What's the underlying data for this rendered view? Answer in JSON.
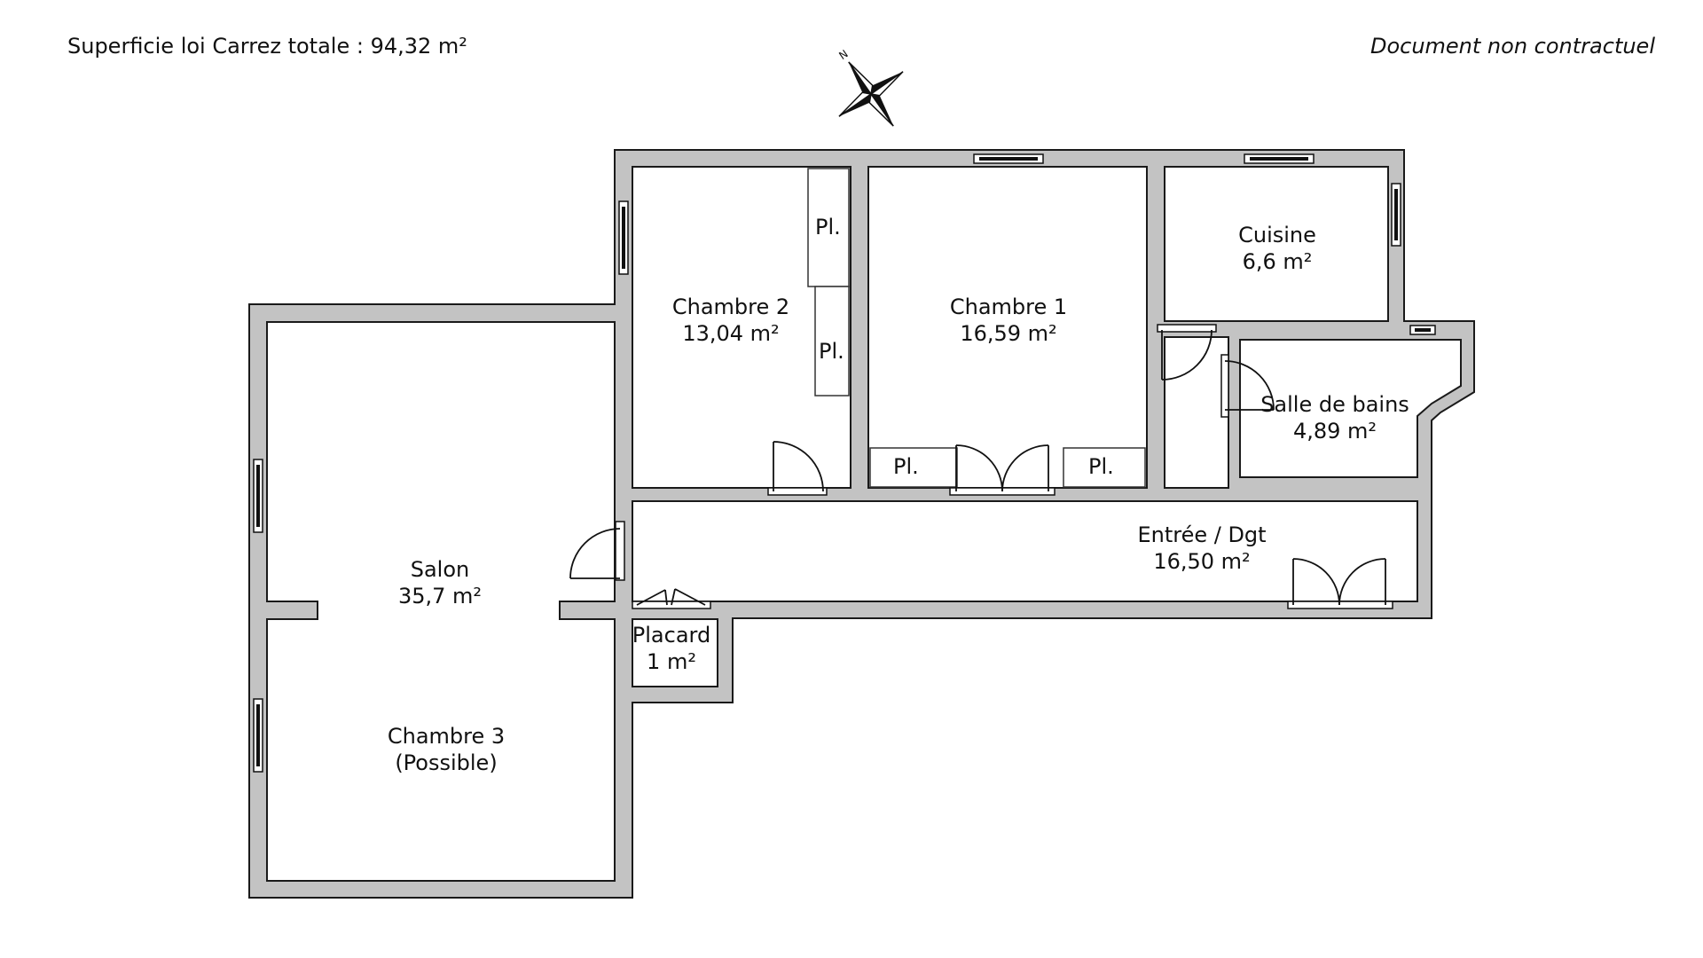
{
  "header": {
    "area_total": "Superficie loi Carrez totale :  94,32 m²",
    "disclaimer": "Document non contractuel"
  },
  "compass": {
    "north_label": "N"
  },
  "rooms": {
    "chambre2": {
      "name": "Chambre 2",
      "area": "13,04 m²"
    },
    "chambre1": {
      "name": "Chambre 1",
      "area": "16,59 m²"
    },
    "cuisine": {
      "name": "Cuisine",
      "area": "6,6 m²"
    },
    "salle_de_bains": {
      "name": "Salle de bains",
      "area": "4,89 m²"
    },
    "entree": {
      "name": "Entrée / Dgt",
      "area": "16,50 m²"
    },
    "salon": {
      "name": "Salon",
      "area": "35,7 m²"
    },
    "placard": {
      "name": "Placard",
      "area": "1 m²"
    },
    "chambre3": {
      "name": "Chambre 3",
      "note": "(Possible)"
    }
  },
  "closets": {
    "label": "Pl."
  },
  "colors": {
    "wall": "#c3c3c3",
    "outline": "#1a1a1a",
    "floor": "#ffffff"
  }
}
